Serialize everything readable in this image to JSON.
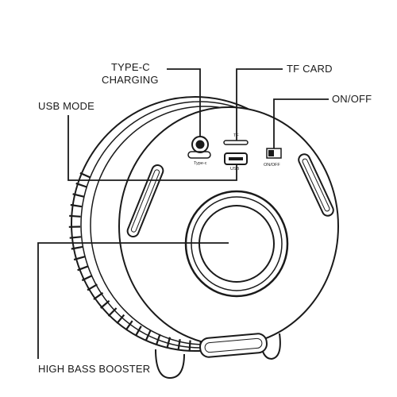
{
  "callouts": {
    "type_c_line1": "TYPE-C",
    "type_c_line2": "CHARGING",
    "tf_card": "TF CARD",
    "usb_mode": "USB MODE",
    "on_off": "ON/OFF",
    "high_bass_booster": "HIGH BASS BOOSTER"
  },
  "panel_labels": {
    "type_c": "Type-c",
    "tf": "TF",
    "usb": "USB",
    "on_off": "ON/OFF"
  },
  "colors": {
    "ink": "#1a1a1a",
    "background": "#ffffff"
  }
}
